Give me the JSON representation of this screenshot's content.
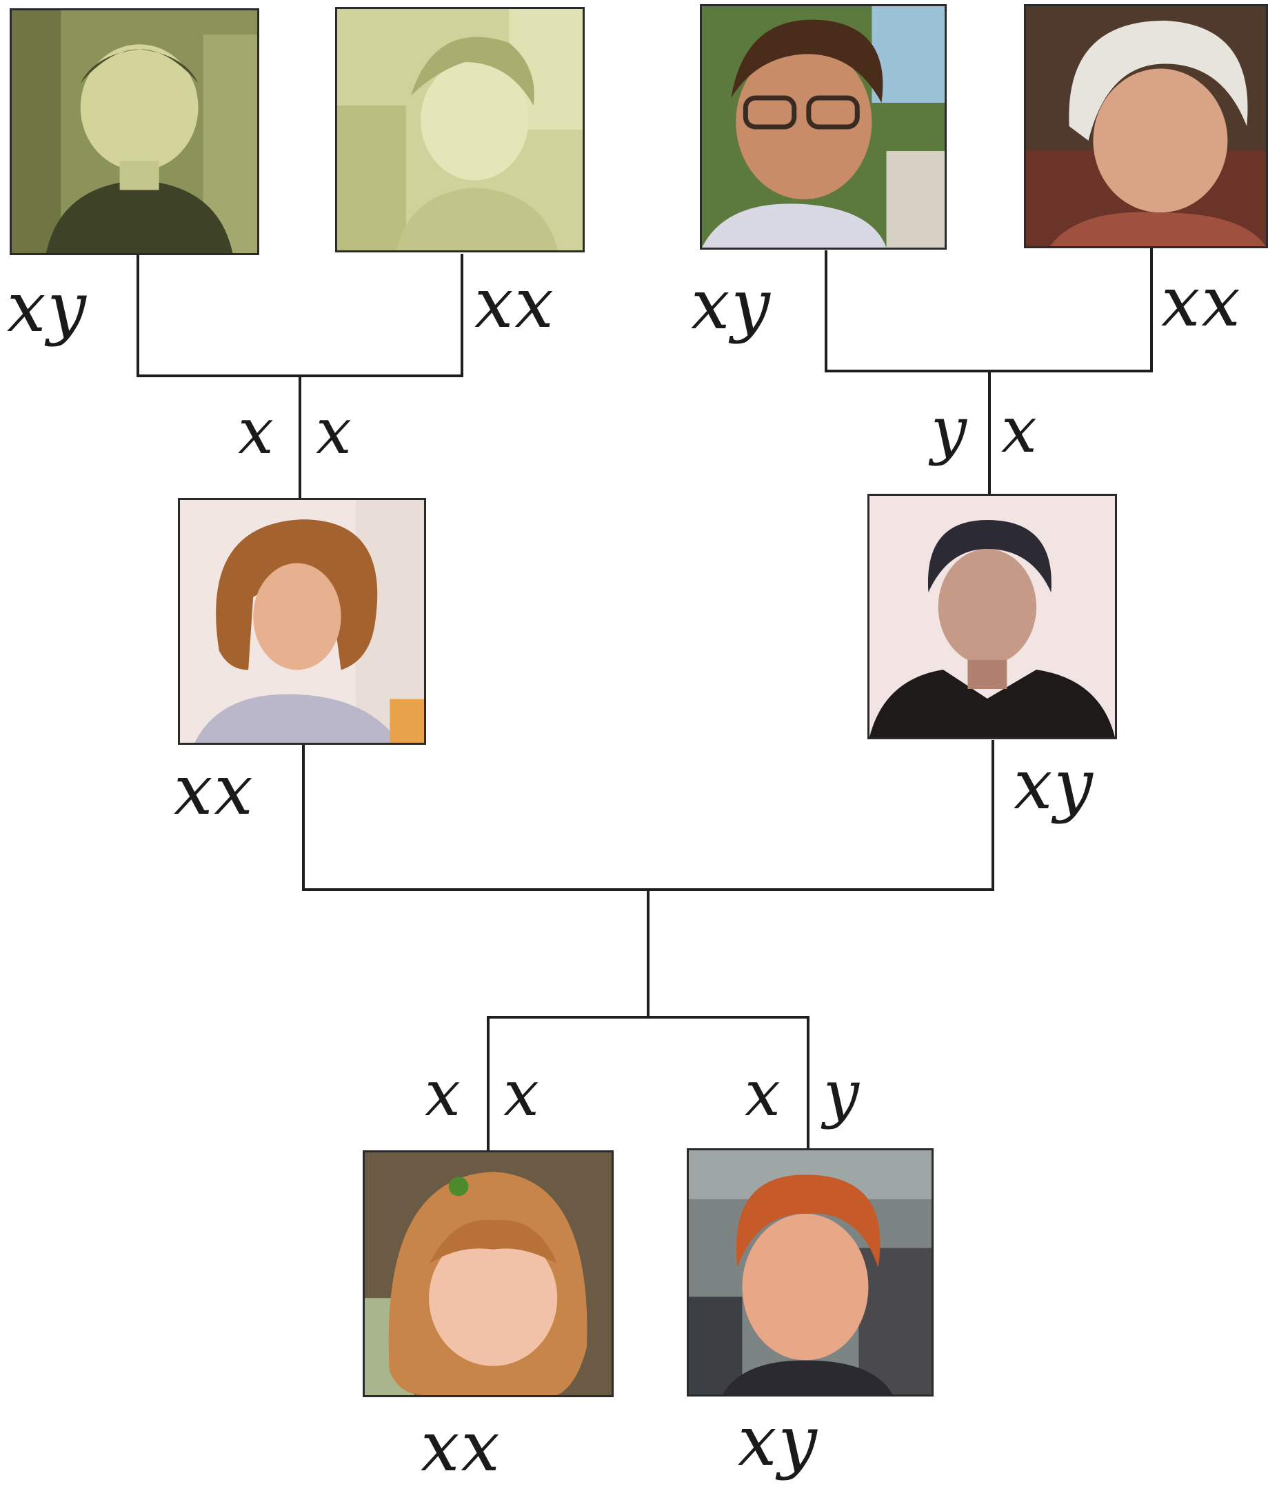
{
  "colors": {
    "line": "#1e1e1e",
    "text": "#1a1a1a",
    "photo_border": "#2a2a2a",
    "sepia_bg": "#9ea468",
    "sepia_face": "#d6d79a"
  },
  "people": {
    "grandfather_maternal": {
      "chromosomes": "xy",
      "icon": "man-photo-sepia"
    },
    "grandmother_maternal": {
      "chromosomes": "xx",
      "icon": "woman-photo-sepia"
    },
    "grandfather_paternal": {
      "chromosomes": "xy",
      "icon": "man-with-glasses-photo"
    },
    "grandmother_paternal": {
      "chromosomes": "xx",
      "icon": "white-haired-woman-photo"
    },
    "mother": {
      "chromosomes": "xx",
      "icon": "woman-photo"
    },
    "father": {
      "chromosomes": "xy",
      "icon": "man-photo"
    },
    "daughter": {
      "chromosomes": "xx",
      "icon": "girl-photo"
    },
    "son": {
      "chromosomes": "xy",
      "icon": "boy-photo"
    }
  },
  "inheritance": {
    "mother_from_father": "x",
    "mother_from_mother": "x",
    "father_from_father": "y",
    "father_from_mother": "x",
    "daughter_from_mother": "x",
    "daughter_from_father": "x",
    "son_from_mother": "x",
    "son_from_father": "y"
  }
}
